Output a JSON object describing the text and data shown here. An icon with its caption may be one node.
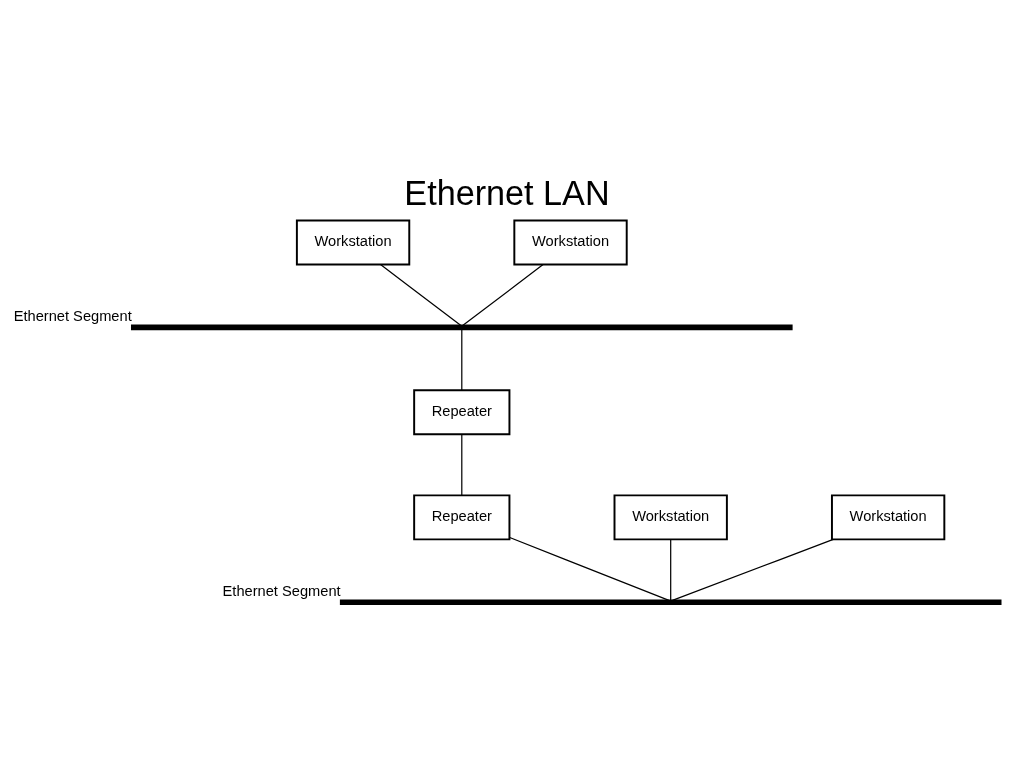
{
  "diagram": {
    "title": "Ethernet LAN",
    "nodes": [
      {
        "text": [
          "Workstation"
        ]
      },
      {
        "text": [
          "Workstation"
        ]
      },
      {
        "text": [],
        "shape": "bar",
        "beside": [
          "Ethernet Segment"
        ]
      },
      {
        "text": [
          "Repeater"
        ]
      },
      {
        "text": [
          "Repeater"
        ]
      },
      {
        "text": [
          "Workstation"
        ]
      },
      {
        "text": [
          "Workstation"
        ]
      },
      {
        "text": [],
        "shape": "bar",
        "beside": [
          "Ethernet Segment"
        ]
      }
    ],
    "edges": [
      {
        "from": 0,
        "to": 2,
        "arrow": "none"
      },
      {
        "from": 1,
        "to": 2,
        "arrow": "none"
      },
      {
        "from": 2,
        "to": 3,
        "arrow": "none"
      },
      {
        "from": 3,
        "to": 4,
        "arrow": "none"
      },
      {
        "from": 4,
        "to": 7,
        "arrow": "none"
      },
      {
        "from": 5,
        "to": 7,
        "arrow": "none"
      },
      {
        "from": 6,
        "to": 7,
        "arrow": "none"
      }
    ]
  }
}
